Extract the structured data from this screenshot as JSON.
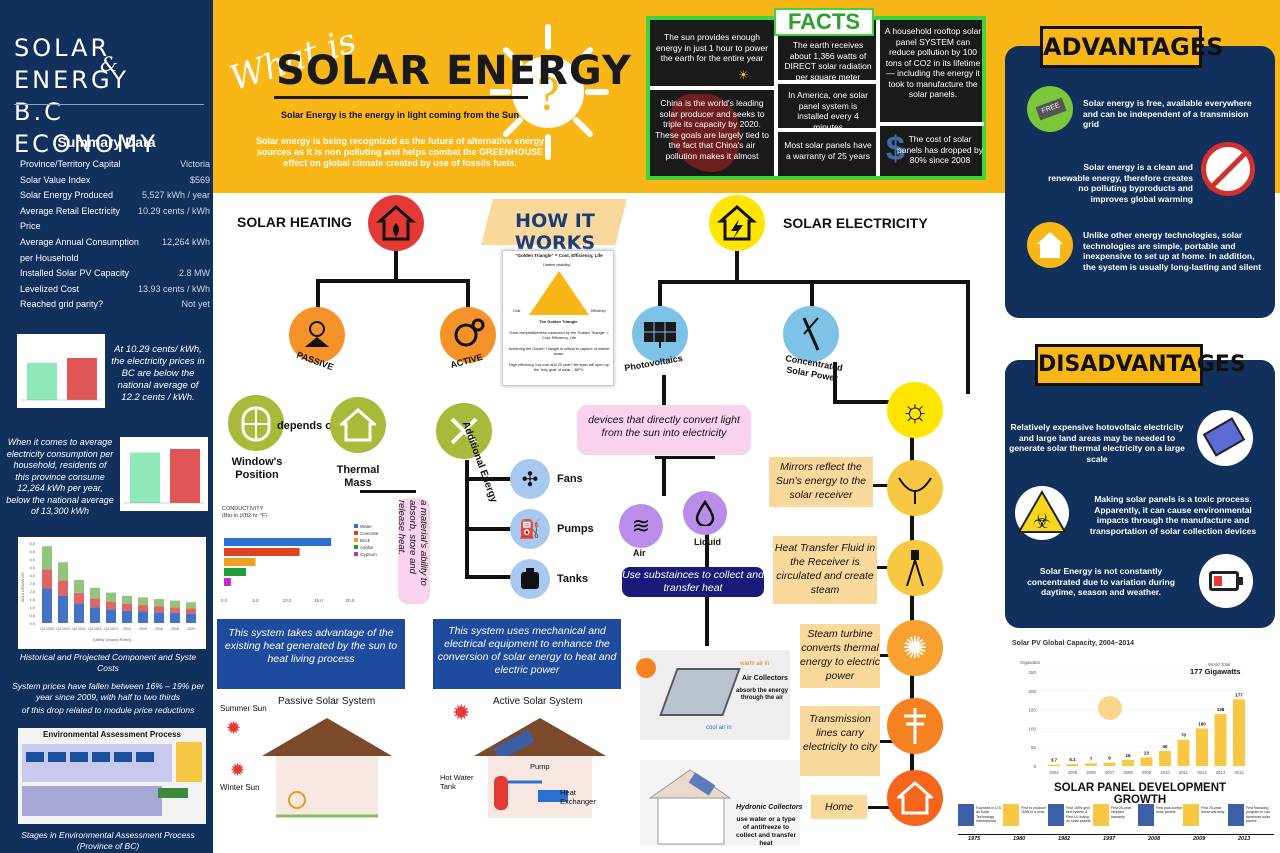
{
  "left": {
    "title_line1": "SOLAR ENERGY",
    "title_amp": "&",
    "title_line2": "B.C ECONOMY",
    "summary_title": "Summary Data",
    "rows": [
      {
        "label": "Province/Territory Capital",
        "value": "Victoria"
      },
      {
        "label": "Solar Value Index",
        "value": "$569"
      },
      {
        "label": "Solar Energy Produced",
        "value": "5,527 kWh / year"
      },
      {
        "label": "Average Retail Electricity",
        "value": "10.29 cents / kWh"
      },
      {
        "label": "Price",
        "value": ""
      },
      {
        "label": "Average Annual Consumption",
        "value": "12,264 kWh"
      },
      {
        "label": "per Household",
        "value": ""
      },
      {
        "label": "Installed Solar PV Capacity",
        "value": "2.8 MW"
      },
      {
        "label": "Levelized Cost",
        "value": "13.93 cents / kWh"
      },
      {
        "label": "Reached grid parity?",
        "value": "Not yet"
      }
    ],
    "note1": "At 10.29 cents/ kWh, the electricity prices in BC are below the national average of 12.2 cents / kWh.",
    "note2": "When it comes to average electricity consumption per household, residents of this province consume 12,264 kWh per year, below the national average of 13,300 kWh",
    "note3": "Historical and Projected Component and Syste Costs",
    "note4": "System prices have fallen between 16% – 19% per year since 2009, with half to two thirds",
    "note5": "of this drop related to module price reductions",
    "process_title": "Environmental Assessment Process",
    "note6": "Stages in Environmental Assessment Process (Province of BC)",
    "bar_chart1": {
      "values": [
        0.62,
        0.7
      ],
      "colors": [
        "#8ee8b8",
        "#e05555"
      ]
    },
    "bar_chart2": {
      "values": [
        0.84,
        0.9
      ],
      "colors": [
        "#8ee8b8",
        "#e05555"
      ]
    },
    "cost_chart": {
      "categories": [
        "Q4 2009",
        "Q4 2010",
        "Q4 2011",
        "Q4 2012",
        "Q4 2013",
        "2014",
        "2015",
        "2016",
        "2018",
        "2020"
      ],
      "values": [
        4.8,
        3.8,
        2.7,
        2.2,
        1.9,
        1.7,
        1.6,
        1.5,
        1.4,
        1.3
      ],
      "ylabels": [
        "5.0",
        "4.5",
        "4.0",
        "3.5",
        "3.0",
        "2.5",
        "2.0",
        "1.5",
        "1.0",
        "0.5",
        "0.0"
      ],
      "ylabel": "2013 USD/W DC",
      "xlabel": "(Utility Ground Fixed)"
    }
  },
  "top": {
    "what_is": "What is",
    "title": "SOLAR ENERGY",
    "definition": "Solar Energy is the energy in light coming from the Sun",
    "body": "Solar energy is being recognized as the future of alternative energy sources as it is non polluting and helps combat the GREENHOUSE effect on global climate created by use of fossils fuels."
  },
  "facts": {
    "title": "FACTS",
    "f1": "The sun provides enough energy in just 1 hour to power the earth for the entire year",
    "f2": "The earth receives about 1,366 watts of DIRECT solar radiation per square meter",
    "f3": "A household rooftop solar panel SYSTEM can reduce pollution by 100 tons of CO2 in its lifetime — including the energy it took to manufacture the solar panels.",
    "f4": "China is the world's leading solar producer and seeks to triple its capacity by 2020. These goals are largely tied to the fact that China's air pollution makes it almost",
    "f5": "In America, one solar panel system is installed every 4 minutes",
    "f6": "Most solar panels have a warranty of 25 years",
    "f7": "The cost of solar panels has dropped by 80% since 2008"
  },
  "advantages": {
    "title": "ADVANTAGES",
    "items": [
      "Solar energy is free, available everywhere and can be independent of a transmision grid",
      "Solar energy is a clean and renewable energy, therefore creates no polluting byproducts and improves global warming",
      "Unlike other energy technologies, solar technologies are simple, portable and inexpensive to set up at home. In addition, the system is usually long-lasting and silent"
    ],
    "free_tag": "FREE"
  },
  "disadvantages": {
    "title": "DISADVANTAGES",
    "items": [
      "Relatively expensive hotovoltaic electricity and large land areas may be needed to generate solar thermal electricity on a large scale",
      "Making solar panels is a toxic process. Apparently, it can cause environmental impacts through the manufacture and transportation of solar collection devices",
      "Solar Energy is not constantly concentrated due to variation during daytime, season and weather."
    ]
  },
  "growth": {
    "chart_title": "Solar PV Global Capacity, 2004–2014",
    "yaxis_label": "Gigawatts",
    "world_total_label": "World Total",
    "world_total_value": "177 Gigawatts",
    "years": [
      "2004",
      "2005",
      "2006",
      "2007",
      "2008",
      "2009",
      "2010",
      "2011",
      "2012",
      "2013",
      "2014"
    ],
    "values": [
      3.7,
      5.1,
      7,
      9,
      16,
      23,
      40,
      70,
      100,
      138,
      177
    ],
    "value_labels": [
      "3.7",
      "5.1",
      "7",
      "9",
      "16",
      "23",
      "40",
      "70",
      "100",
      "138",
      "177"
    ],
    "yticks": [
      "250",
      "200",
      "150",
      "100",
      "50",
      "0"
    ],
    "section_title": "SOLAR PANEL DEVELOPMENT GROWTH",
    "timeline": [
      {
        "year": "1975",
        "text": "Founded in U.S. as Solar Technology International"
      },
      {
        "year": "1980",
        "text": "First to produce 1MW in a year"
      },
      {
        "year": "1982",
        "text": "First 1MW grid-tied system & First UL listing on solar panels"
      },
      {
        "year": "1997",
        "text": "First 25-year stepped warranty"
      },
      {
        "year": "2008",
        "text": "First plus-sorted solar panels"
      },
      {
        "year": "2009",
        "text": "First 25-year linear warranty"
      },
      {
        "year": "2013",
        "text": "First financing program to use American solar panels"
      }
    ]
  },
  "diagram": {
    "heating_title": "SOLAR HEATING",
    "electricity_title": "SOLAR ELECTRICITY",
    "how_title": "HOW IT WORKS",
    "golden": {
      "title": "\"Golden Triangle\" = Cost, Efficiency, Life",
      "top": "Lifetime (stability)",
      "left": "Cost",
      "right": "Efficiency",
      "label": "The Golden Triangle",
      "t1": "Solar competitiveness measured by the 'Golden Triangle' = Cost, Efficiency, Life",
      "t2": "Achieving the Golden Triangle is critical to capture of market share.",
      "t3": "High efficiency, low cost and 20 year+ life span will open up the 'holy grail' of solar – BIPV."
    },
    "passive": "PASSIVE",
    "active": "ACTIVE",
    "depends_on": "depends on",
    "windows": "Window's Position",
    "thermal": "Thermal Mass",
    "additional_energy": "Additional Energy",
    "fans": "Fans",
    "pumps": "Pumps",
    "tanks": "Tanks",
    "material_note": "a material's ability to absorb, store and release heat.",
    "conductivity": {
      "title": "CONDUCTIVITY",
      "unit": "(Btu·in.)/(ft2·hr·°F)",
      "categories": [
        "Water",
        "Concrete",
        "Brick",
        "Adobe",
        "Gypsum"
      ],
      "values": [
        17,
        12,
        5,
        3.5,
        1.1
      ],
      "colors": [
        "#2b6fd0",
        "#e0431f",
        "#f0a020",
        "#1f9f3a",
        "#c030c0"
      ],
      "ticks": [
        "0.0",
        "5.0",
        "10.0",
        "15.0",
        "20.0"
      ]
    },
    "passive_desc": "This system takes advantage of the existing heat generated by the sun to heat living process",
    "active_desc": "This system uses mechanical and electrical equipment to enhance the conversion of solar energy to heat and electric power",
    "passive_sys_title": "Passive Solar System",
    "active_sys_title": "Active Solar System",
    "summer_sun": "Summer Sun",
    "winter_sun": "Winter Sun",
    "hot_water_tank": "Hot Water Tank",
    "pump": "Pump",
    "heat_exchanger": "Heat Exchanger",
    "photovoltaics": "Photovoltaics",
    "concentrated": "Concentrated Solar Power",
    "pv_desc": "devices that directly convert light from the sun into electricity",
    "air": "Air",
    "liquid": "Liquid",
    "collect_desc": "Use substainces to collect and transfer heat",
    "warm_air": "warm air in",
    "air_collectors": "Air Collectors",
    "absorb": "absorb the energy through the air",
    "cool_air": "cool air in",
    "hydronic": "Hydronic Collectors",
    "hydronic_desc": "use water or a type of antifreeze to collect and transfer heat",
    "csp_steps": [
      "Mirrors reflect the Sun's energy to the solar receiver",
      "Heat Transfer Fluid in the Receiver is circulated and create steam",
      "Steam turbine converts thermal energy to electric power",
      "Transmission lines carry electricity to city",
      "Home"
    ]
  }
}
